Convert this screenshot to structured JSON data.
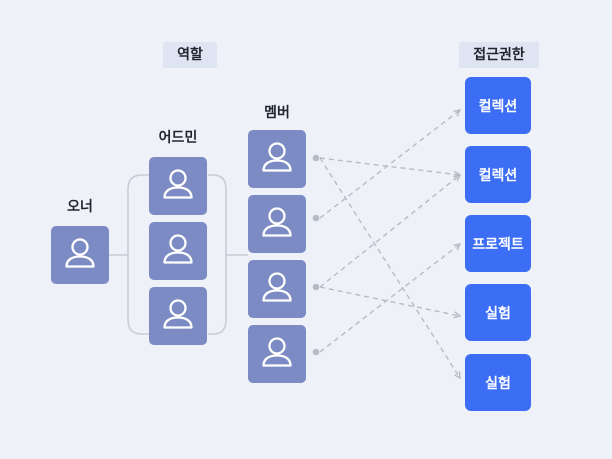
{
  "headers": {
    "roles": "역할",
    "access": "접근권한"
  },
  "roles": {
    "owner": "오너",
    "admin": "어드민",
    "member": "멤버"
  },
  "permissions": [
    "컬렉션",
    "컬렉션",
    "프로젝트",
    "실험",
    "실험"
  ],
  "icon": "user-icon",
  "colors": {
    "background": "#eef1f7",
    "user_box": "#7c8bc4",
    "permission_box": "#3c6ef5",
    "header_chip": "#dfe4f2",
    "connector": "#c7ccd6",
    "arrow": "#b6bcc6"
  },
  "links": [
    {
      "from_member": 1,
      "to_permission": 2
    },
    {
      "from_member": 1,
      "to_permission": 5
    },
    {
      "from_member": 2,
      "to_permission": 1
    },
    {
      "from_member": 3,
      "to_permission": 4
    },
    {
      "from_member": 3,
      "to_permission": 2
    },
    {
      "from_member": 4,
      "to_permission": 3
    }
  ]
}
